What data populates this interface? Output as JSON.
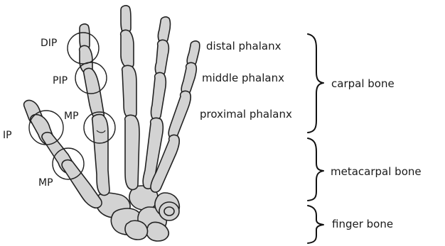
{
  "joint_labels": {
    "dip": "DIP",
    "pip": "PIP",
    "mp_finger": "MP",
    "ip": "IP",
    "mp_thumb": "MP"
  },
  "finger_labels": {
    "distal": "distal phalanx",
    "middle": "middle phalanx",
    "proximal": "proximal phalanx"
  },
  "group_labels": {
    "carpal": "carpal bone",
    "metacarpal": "metacarpal bone",
    "finger": "finger bone"
  },
  "colors": {
    "bone_fill": "#d3d3d3",
    "outline": "#222222",
    "text": "#1a1a1a"
  }
}
